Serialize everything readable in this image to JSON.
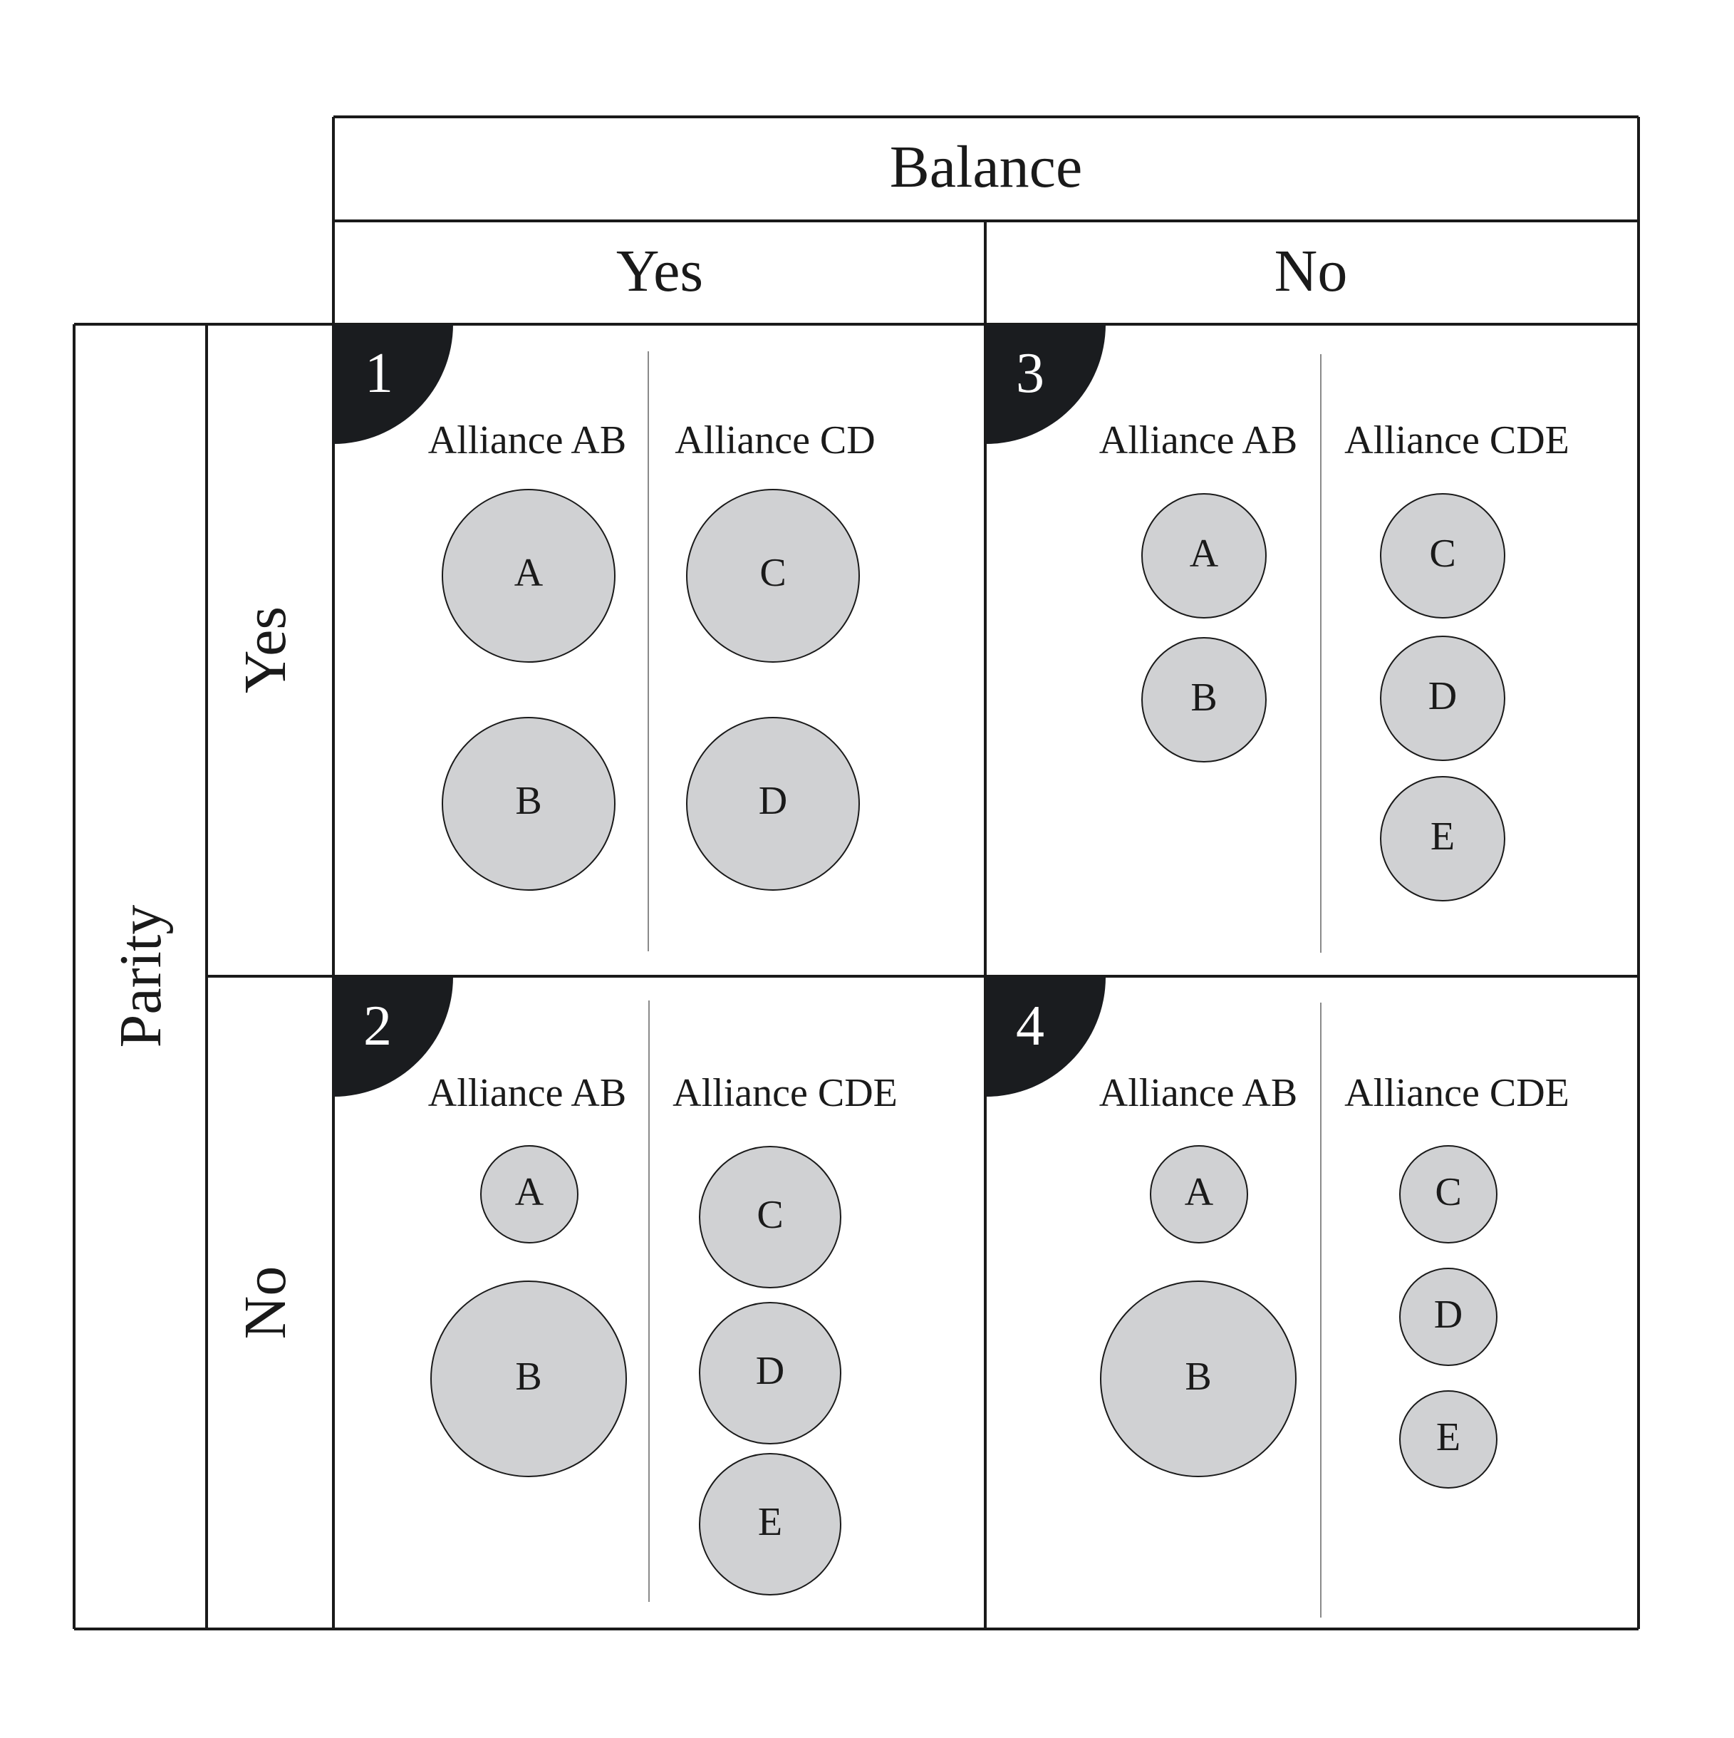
{
  "header": {
    "title": "Balance",
    "columns": [
      "Yes",
      "No"
    ]
  },
  "side": {
    "title": "Parity",
    "rows": [
      "Yes",
      "No"
    ]
  },
  "quadrants": [
    {
      "number": "1",
      "left_label": "Alliance AB",
      "right_label": "Alliance CD",
      "left_states": [
        "A",
        "B"
      ],
      "right_states": [
        "C",
        "D"
      ]
    },
    {
      "number": "2",
      "left_label": "Alliance AB",
      "right_label": "Alliance CDE",
      "left_states": [
        "A",
        "B"
      ],
      "right_states": [
        "C",
        "D",
        "E"
      ]
    },
    {
      "number": "3",
      "left_label": "Alliance AB",
      "right_label": "Alliance CDE",
      "left_states": [
        "A",
        "B"
      ],
      "right_states": [
        "C",
        "D",
        "E"
      ]
    },
    {
      "number": "4",
      "left_label": "Alliance AB",
      "right_label": "Alliance CDE",
      "left_states": [
        "A",
        "B"
      ],
      "right_states": [
        "C",
        "D",
        "E"
      ]
    }
  ],
  "colors": {
    "state_fill": "#d0d1d3",
    "badge": "#1a1c1f",
    "line": "#1a1a1a"
  }
}
